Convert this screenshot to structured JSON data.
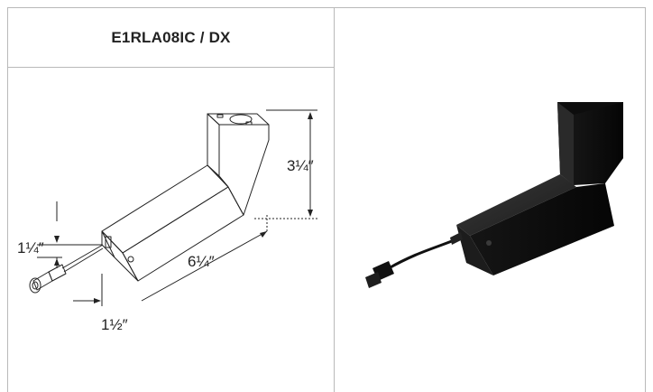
{
  "header": {
    "model": "E1RLA08IC / DX"
  },
  "dimensions": {
    "height": "3¼″",
    "length": "6¼″",
    "depth": "1¼″",
    "width": "1½″"
  }
}
